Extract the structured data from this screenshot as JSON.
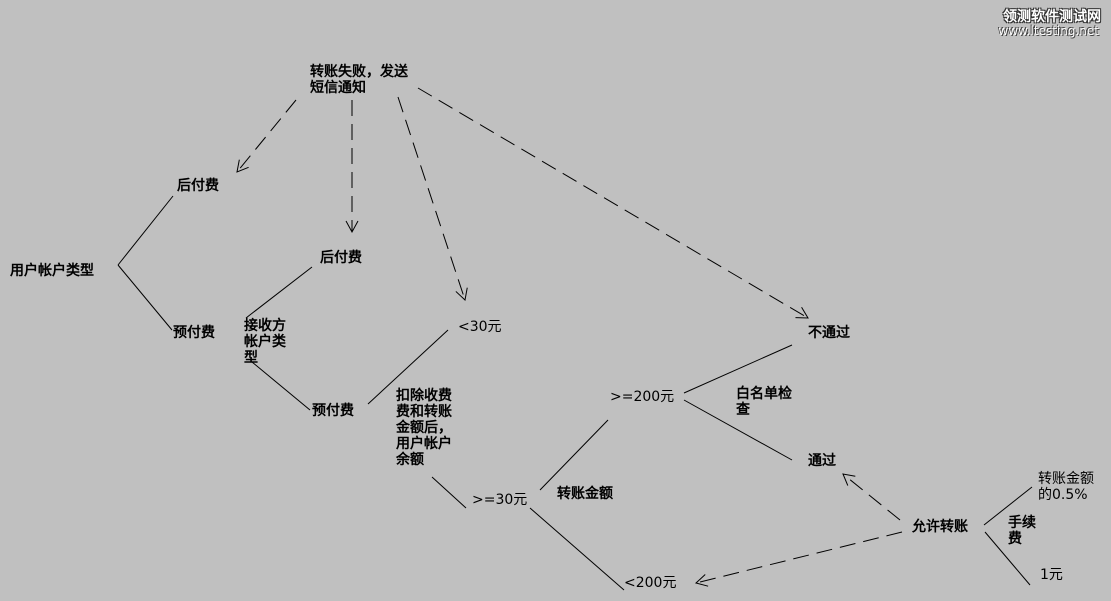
{
  "watermark": {
    "line1": "领测软件测试网",
    "line2": "www.ltesting.net"
  },
  "nodes": {
    "fail_notify": "转账失败，发送\n短信通知",
    "postpay_1": "后付费",
    "account_type": "用户帐户类型",
    "prepay_1": "预付费",
    "postpay_2": "后付费",
    "receiver_type": "接收方\n帐户类\n型",
    "prepay_2": "预付费",
    "lt30": "<30元",
    "deduct": "扣除收费\n费和转账\n金额后，\n用户帐户\n余额",
    "ge30": ">=30元",
    "amount": "转账金额",
    "ge200": ">=200元",
    "lt200": "<200元",
    "whitelist": "白名单检\n查",
    "not_pass": "不通过",
    "pass": "通过",
    "allow": "允许转账",
    "fee": "手续\n费",
    "pct": "转账金额\n的0.5%",
    "one_yuan": "1元"
  }
}
